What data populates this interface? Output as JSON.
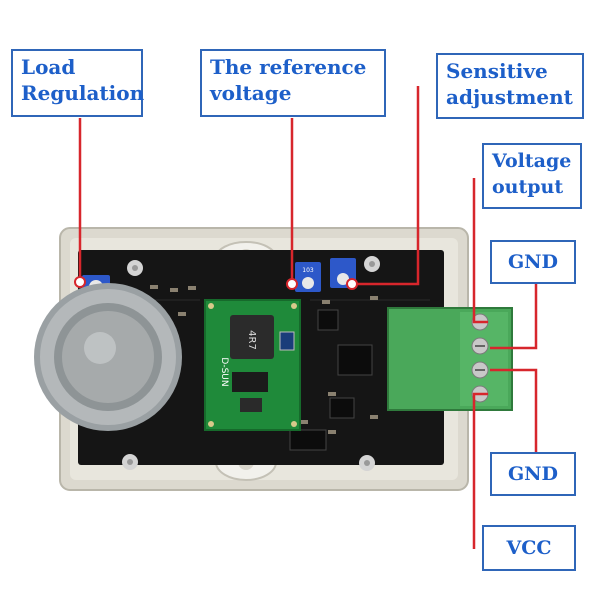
{
  "labels": {
    "load_regulation": [
      "Load",
      "Regulation"
    ],
    "reference_voltage": [
      "The reference",
      "voltage"
    ],
    "sensitive_adjustment": [
      "Sensitive",
      "adjustment"
    ],
    "voltage_output": [
      "Voltage",
      "output"
    ],
    "gnd_top": "GND",
    "gnd_bottom": "GND",
    "vcc": "VCC"
  },
  "board_text": {
    "module_brand": "D-SUN",
    "inductor_marking": "4R7",
    "pot_marking": "103"
  },
  "colors": {
    "label_text": "#1d5fc9",
    "label_border": "#2f66b8",
    "leader_line": "#d7262c",
    "pcb": "#141414",
    "module": "#1f8a3a",
    "terminal_block": "#4aa85a",
    "enclosure": "#dedbd0",
    "trimmer": "#2d58c9"
  }
}
